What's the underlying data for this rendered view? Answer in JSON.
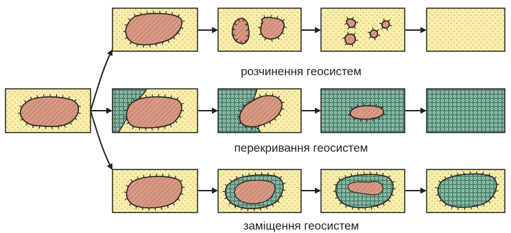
{
  "labels": {
    "dissolution": "розчинення геосистем",
    "overlap": "перекривання геосистем",
    "replacement": "заміщення геосистем"
  },
  "colors": {
    "background_fill": "#f8eeaa",
    "background_dot": "#b3a45a",
    "geosystem_fill": "#d99a86",
    "geosystem_hatch": "#b06a58",
    "overlay_fill": "#4f8a72",
    "overlay_ring": "#c5ddd0",
    "outline": "#222222"
  }
}
